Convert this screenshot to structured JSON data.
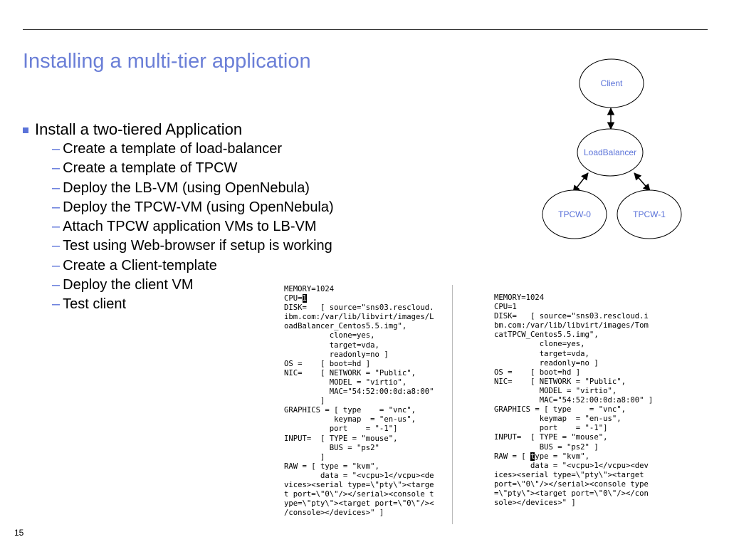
{
  "slide": {
    "title": "Installing a multi-tier application",
    "page_number": "15"
  },
  "bullets": {
    "main": "Install a two-tiered Application",
    "sub": [
      "Create a template of load-balancer",
      "Create a template of TPCW",
      "Deploy the LB-VM (using OpenNebula)",
      "Deploy the TPCW-VM (using OpenNebula)",
      "Attach TPCW application VMs to LB-VM",
      "Test using Web-browser if setup is working",
      "Create a Client-template",
      "Deploy the client VM",
      "Test client"
    ]
  },
  "diagram": {
    "nodes": {
      "client": "Client",
      "loadbalancer": "LoadBalancer",
      "tpcw0": "TPCW-0",
      "tpcw1": "TPCW-1"
    }
  },
  "template_lb": {
    "before_cursor": "MEMORY=1024\nCPU=",
    "cursor_char": "1",
    "after_cursor": "\nDISK=   [ source=\"sns03.rescloud.\nibm.com:/var/lib/libvirt/images/L\noadBalancer_Centos5.5.img\",\n          clone=yes,\n          target=vda,\n          readonly=no ]\nOS =    [ boot=hd ]\nNIC=    [ NETWORK = \"Public\",\n          MODEL = \"virtio\",\n          MAC=\"54:52:00:0d:a8:00\"\n        ]\nGRAPHICS = [ type    = \"vnc\",\n           keymap  = \"en-us\",\n          port    = \"-1\"]\nINPUT=  [ TYPE = \"mouse\",\n          BUS = \"ps2\"\n        ]\nRAW = [ type = \"kvm\",\n        data = \"<vcpu>1</vcpu><de\nvices><serial type=\\\"pty\\\"><targe\nt port=\\\"0\\\"/></serial><console t\nype=\\\"pty\\\"><target port=\\\"0\\\"/><\n/console></devices>\" ]"
  },
  "template_tpcw": {
    "before_cursor": "MEMORY=1024\nCPU=1\nDISK=   [ source=\"sns03.rescloud.i\nbm.com:/var/lib/libvirt/images/Tom\ncatTPCW_Centos5.5.img\",\n          clone=yes,\n          target=vda,\n          readonly=no ]\nOS =    [ boot=hd ]\nNIC=    [ NETWORK = \"Public\",\n          MODEL = \"virtio\",\n          MAC=\"54:52:00:0d:a8:00\" ]\nGRAPHICS = [ type    = \"vnc\",\n          keymap  = \"en-us\",\n          port    = \"-1\"]\nINPUT=  [ TYPE = \"mouse\",\n          BUS = \"ps2\" ]\nRAW = [ ",
    "cursor_char": "t",
    "after_cursor": "ype = \"kvm\",\n        data = \"<vcpu>1</vcpu><dev\nices><serial type=\\\"pty\\\"><target\nport=\\\"0\\\"/></serial><console type\n=\\\"pty\\\"><target port=\\\"0\\\"/></con\nsole></devices>\" ]"
  }
}
